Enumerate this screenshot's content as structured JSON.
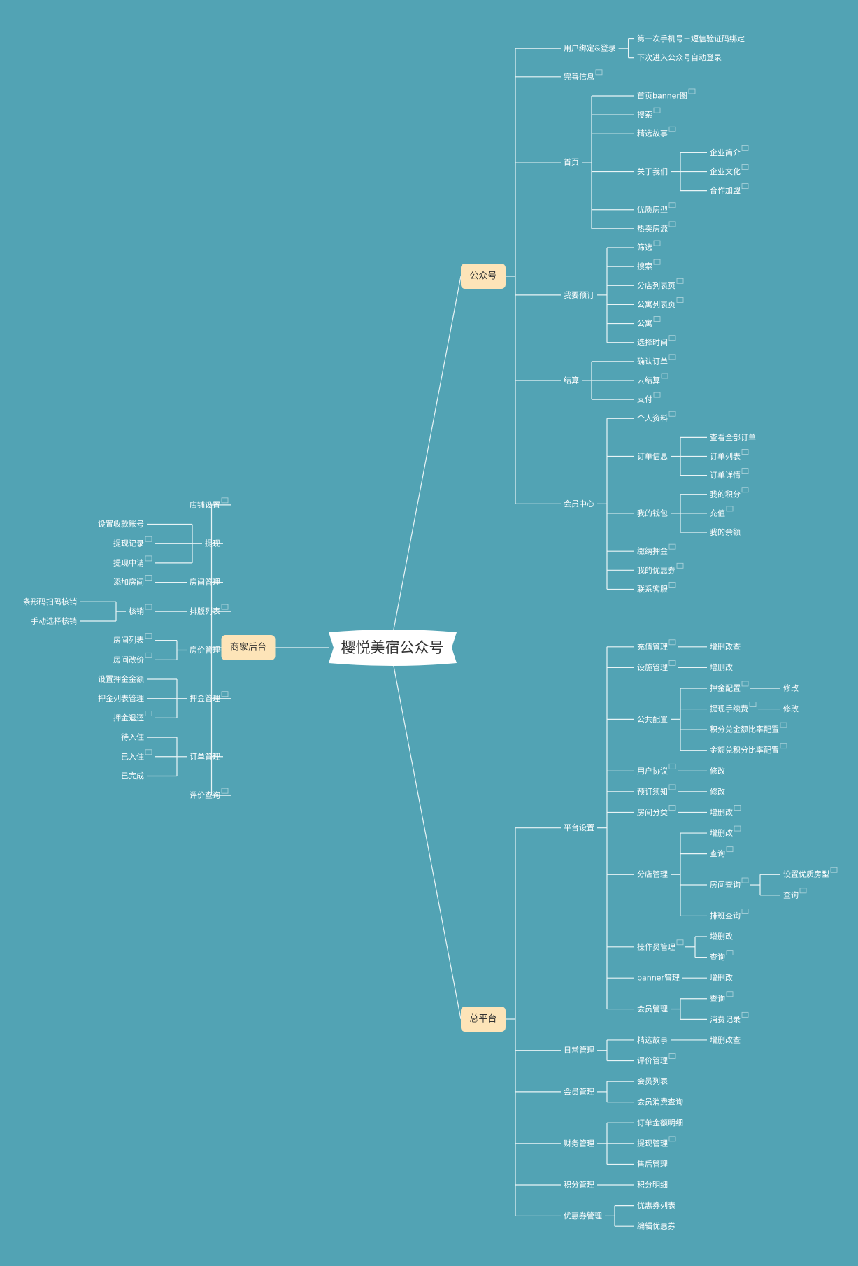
{
  "mindmap": {
    "root": "樱悦美宿公众号",
    "colors": {
      "background": "#52a3b4",
      "main_node": "#fde4b8",
      "line": "#e9f4f6"
    },
    "branches": [
      {
        "text": "公众号",
        "children": [
          {
            "text": "用户绑定&登录",
            "children": [
              {
                "text": "第一次手机号＋短信验证码绑定"
              },
              {
                "text": "下次进入公众号自动登录"
              }
            ]
          },
          {
            "text": "完善信息",
            "note": true
          },
          {
            "text": "首页",
            "children": [
              {
                "text": "首页banner图",
                "note": true
              },
              {
                "text": "搜索",
                "note": true
              },
              {
                "text": "精选故事",
                "note": true
              },
              {
                "text": "关于我们",
                "children": [
                  {
                    "text": "企业简介",
                    "note": true
                  },
                  {
                    "text": "企业文化",
                    "note": true
                  },
                  {
                    "text": "合作加盟",
                    "note": true
                  }
                ]
              },
              {
                "text": "优质房型",
                "note": true
              },
              {
                "text": "热卖房源",
                "note": true
              }
            ]
          },
          {
            "text": "我要预订",
            "children": [
              {
                "text": "筛选",
                "note": true
              },
              {
                "text": "搜索",
                "note": true
              },
              {
                "text": "分店列表页",
                "note": true
              },
              {
                "text": "公寓列表页",
                "note": true
              },
              {
                "text": "公寓",
                "note": true
              },
              {
                "text": "选择时间",
                "note": true
              }
            ]
          },
          {
            "text": "结算",
            "children": [
              {
                "text": "确认订单",
                "note": true
              },
              {
                "text": "去结算",
                "note": true
              },
              {
                "text": "支付",
                "note": true
              }
            ]
          },
          {
            "text": "会员中心",
            "children": [
              {
                "text": "个人资料",
                "note": true
              },
              {
                "text": "订单信息",
                "children": [
                  {
                    "text": "查看全部订单"
                  },
                  {
                    "text": "订单列表",
                    "note": true
                  },
                  {
                    "text": "订单详情",
                    "note": true
                  }
                ]
              },
              {
                "text": "我的钱包",
                "children": [
                  {
                    "text": "我的积分",
                    "note": true
                  },
                  {
                    "text": "充值",
                    "note": true
                  },
                  {
                    "text": "我的余额"
                  }
                ]
              },
              {
                "text": "缴纳押金",
                "note": true
              },
              {
                "text": "我的优惠券",
                "note": true
              },
              {
                "text": "联系客服",
                "note": true
              }
            ]
          }
        ]
      },
      {
        "text": "总平台",
        "children": [
          {
            "text": "平台设置",
            "children": [
              {
                "text": "充值管理",
                "note": true,
                "children": [
                  {
                    "text": "增删改查"
                  }
                ]
              },
              {
                "text": "设施管理",
                "note": true,
                "children": [
                  {
                    "text": "增删改"
                  }
                ]
              },
              {
                "text": "公共配置",
                "children": [
                  {
                    "text": "押金配置",
                    "note": true,
                    "children": [
                      {
                        "text": "修改"
                      }
                    ]
                  },
                  {
                    "text": "提现手续费",
                    "note": true,
                    "children": [
                      {
                        "text": "修改"
                      }
                    ]
                  },
                  {
                    "text": "积分兑金额比率配置",
                    "note": true
                  },
                  {
                    "text": "金额兑积分比率配置",
                    "note": true
                  }
                ]
              },
              {
                "text": "用户协议",
                "note": true,
                "children": [
                  {
                    "text": "修改"
                  }
                ]
              },
              {
                "text": "预订须知",
                "note": true,
                "children": [
                  {
                    "text": "修改"
                  }
                ]
              },
              {
                "text": "房间分类",
                "note": true,
                "children": [
                  {
                    "text": "增删改",
                    "note": true
                  }
                ]
              },
              {
                "text": "分店管理",
                "children": [
                  {
                    "text": "增删改",
                    "note": true
                  },
                  {
                    "text": "查询",
                    "note": true
                  },
                  {
                    "text": "房间查询",
                    "note": true,
                    "children": [
                      {
                        "text": "设置优质房型",
                        "note": true
                      },
                      {
                        "text": "查询",
                        "note": true
                      }
                    ]
                  },
                  {
                    "text": "排班查询",
                    "note": true
                  }
                ]
              },
              {
                "text": "操作员管理",
                "note": true,
                "children": [
                  {
                    "text": "增删改"
                  },
                  {
                    "text": "查询",
                    "note": true
                  }
                ]
              },
              {
                "text": "banner管理",
                "children": [
                  {
                    "text": "增删改"
                  }
                ]
              },
              {
                "text": "会员管理",
                "children": [
                  {
                    "text": "查询",
                    "note": true
                  },
                  {
                    "text": "消费记录",
                    "note": true
                  }
                ]
              }
            ]
          },
          {
            "text": "日常管理",
            "children": [
              {
                "text": "精选故事",
                "children": [
                  {
                    "text": "增删改查"
                  }
                ]
              },
              {
                "text": "评价管理",
                "note": true
              }
            ]
          },
          {
            "text": "会员管理",
            "children": [
              {
                "text": "会员列表"
              },
              {
                "text": "会员消费查询"
              }
            ]
          },
          {
            "text": "财务管理",
            "children": [
              {
                "text": "订单金额明细"
              },
              {
                "text": "提现管理",
                "note": true
              },
              {
                "text": "售后管理"
              }
            ]
          },
          {
            "text": "积分管理",
            "children": [
              {
                "text": "积分明细"
              }
            ]
          },
          {
            "text": "优惠券管理",
            "children": [
              {
                "text": "优惠券列表"
              },
              {
                "text": "编辑优惠券"
              }
            ]
          }
        ]
      },
      {
        "text": "商家后台",
        "children": [
          {
            "text": "店铺设置",
            "note": true
          },
          {
            "text": "提现",
            "children": [
              {
                "text": "设置收款账号"
              },
              {
                "text": "提现记录",
                "note": true
              },
              {
                "text": "提现申请",
                "note": true
              }
            ]
          },
          {
            "text": "房间管理",
            "children": [
              {
                "text": "添加房间",
                "note": true
              }
            ]
          },
          {
            "text": "排版列表",
            "note": true,
            "children": [
              {
                "text": "核销",
                "note": true,
                "children": [
                  {
                    "text": "条形码扫码核销"
                  },
                  {
                    "text": "手动选择核销"
                  }
                ]
              }
            ]
          },
          {
            "text": "房价管理",
            "children": [
              {
                "text": "房间列表",
                "note": true
              },
              {
                "text": "房间改价",
                "note": true
              }
            ]
          },
          {
            "text": "押金管理",
            "note": true,
            "children": [
              {
                "text": "设置押金金额"
              },
              {
                "text": "押金列表管理"
              },
              {
                "text": "押金退还",
                "note": true
              }
            ]
          },
          {
            "text": "订单管理",
            "children": [
              {
                "text": "待入住"
              },
              {
                "text": "已入住",
                "note": true
              },
              {
                "text": "已完成"
              }
            ]
          },
          {
            "text": "评价查询",
            "note": true
          }
        ]
      }
    ]
  }
}
